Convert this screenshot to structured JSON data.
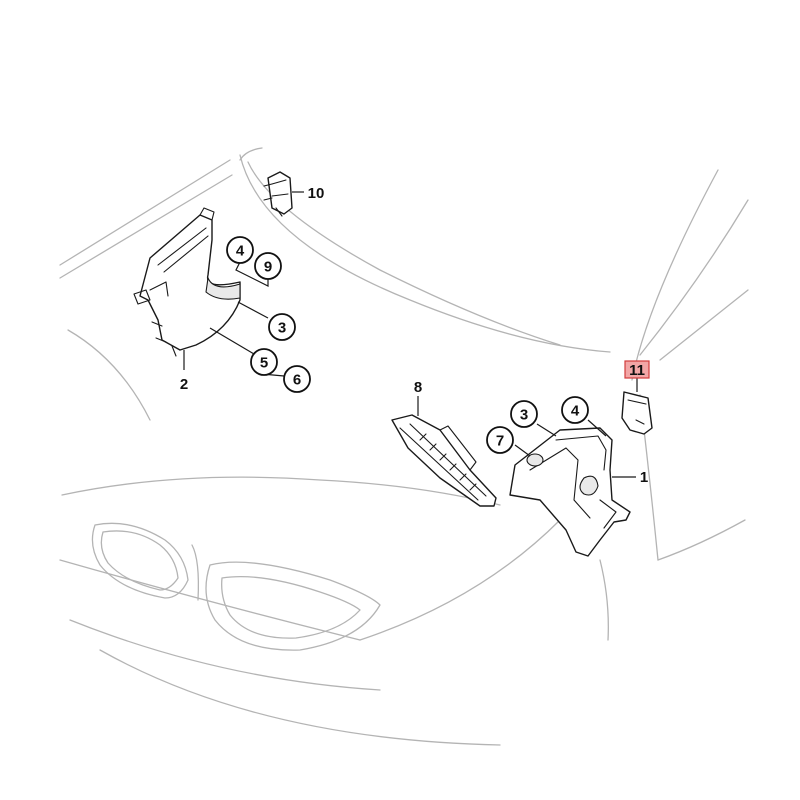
{
  "highlight_color": "#f2a6a6",
  "callouts": {
    "c4_left": "4",
    "c9": "9",
    "c3_left": "3",
    "c5": "5",
    "c6": "6",
    "c3_right": "3",
    "c4_right": "4",
    "c7": "7"
  },
  "labels": {
    "l10": "10",
    "l2": "2",
    "l8": "8",
    "l1": "1",
    "l11": "11"
  }
}
